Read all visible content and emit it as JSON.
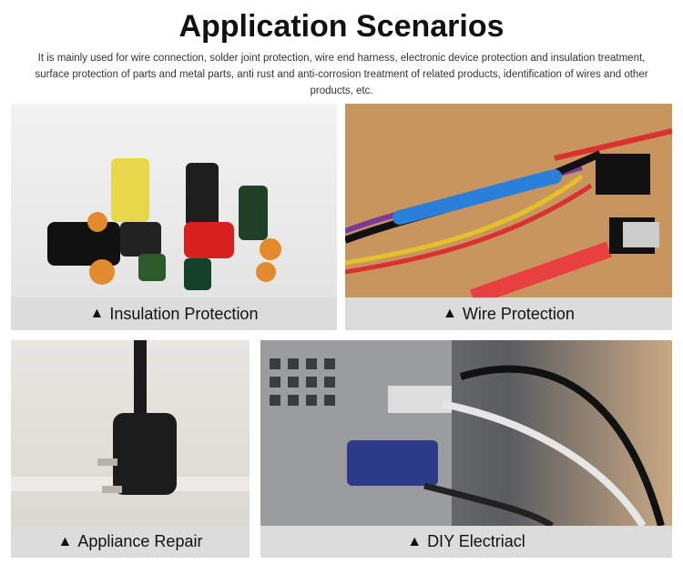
{
  "title": "Application Scenarios",
  "description": "It is mainly used for wire connection, solder joint protection, wire end harness, electronic device protection and insulation treatment, surface protection of parts and metal parts, anti rust and anti-corrosion treatment of related products, identification of wires and other products, etc.",
  "panels": [
    {
      "caption": "Insulation Protection",
      "icon": "triangle-up"
    },
    {
      "caption": "Wire Protection",
      "icon": "triangle-up"
    },
    {
      "caption": "Appliance Repair",
      "icon": "triangle-up"
    },
    {
      "caption": "DIY Electriacl",
      "icon": "triangle-up"
    }
  ],
  "triangle": "▲"
}
